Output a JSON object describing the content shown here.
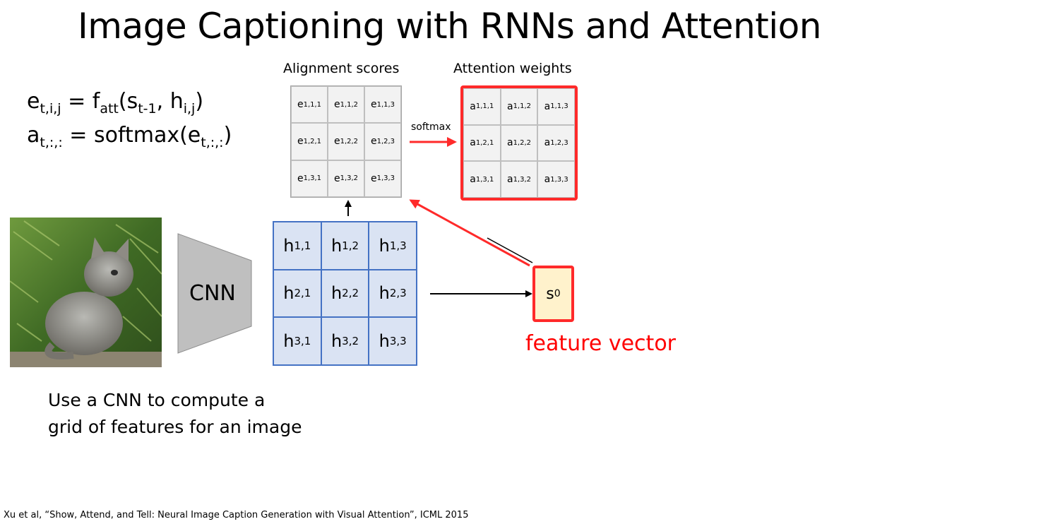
{
  "title": "Image Captioning with RNNs and Attention",
  "equations": {
    "eq1": {
      "lhs": "e",
      "lhs_sub": "t,i,j",
      "eq": " = f",
      "f_sub": "att",
      "open": "(s",
      "s_sub": "t-1",
      "mid": ", h",
      "h_sub": "i,j",
      "close": ")"
    },
    "eq2": {
      "lhs": "a",
      "lhs_sub": "t,:,:",
      "rhs": " = softmax(e",
      "e_sub": "t,:,:",
      "close": ")"
    }
  },
  "alignment_scores": {
    "label": "Alignment scores",
    "symbol": "e",
    "cells": [
      "1,1,1",
      "1,1,2",
      "1,1,3",
      "1,2,1",
      "1,2,2",
      "1,2,3",
      "1,3,1",
      "1,3,2",
      "1,3,3"
    ]
  },
  "attention_weights": {
    "label": "Attention weights",
    "symbol": "a",
    "cells": [
      "1,1,1",
      "1,1,2",
      "1,1,3",
      "1,2,1",
      "1,2,2",
      "1,2,3",
      "1,3,1",
      "1,3,2",
      "1,3,3"
    ]
  },
  "features": {
    "symbol": "h",
    "cells": [
      "1,1",
      "1,2",
      "1,3",
      "2,1",
      "2,2",
      "2,3",
      "3,1",
      "3,2",
      "3,3"
    ]
  },
  "softmax_label": "softmax",
  "cnn_label": "CNN",
  "state": {
    "symbol": "s",
    "sub": "0"
  },
  "feature_vector_label": "feature vector",
  "caption": {
    "line1": "Use a CNN to compute a",
    "line2": "grid of features for an image"
  },
  "citation": "Xu et al, “Show, Attend, and Tell: Neural Image Caption Generation with Visual Attention”, ICML 2015",
  "colors": {
    "red": "#ff2a2a",
    "feature_blue": "#dae3f3",
    "feature_border": "#4472c4",
    "state_fill": "#fff2cc",
    "score_fill": "#f2f2f2",
    "cnn_gray": "#bfbfbf"
  },
  "image": {
    "subject": "kitten photo"
  }
}
